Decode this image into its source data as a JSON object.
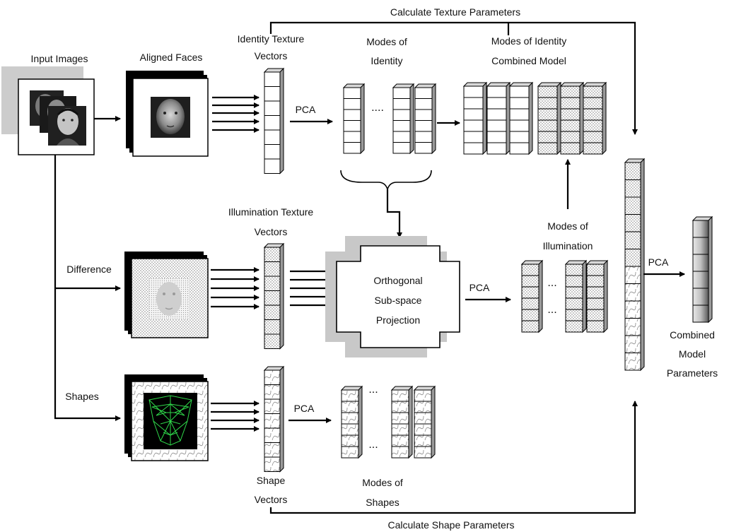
{
  "labels": {
    "input_images": "Input Images",
    "aligned_faces": "Aligned Faces",
    "identity_texture_vectors_1": "Identity Texture",
    "identity_texture_vectors_2": "Vectors",
    "modes_of_identity_1": "Modes of",
    "modes_of_identity_2": "Identity",
    "modes_identity_combined_1": "Modes of Identity",
    "modes_identity_combined_2": "Combined Model",
    "calc_texture": "Calculate Texture Parameters",
    "calc_shape": "Calculate Shape Parameters",
    "pca": "PCA",
    "difference": "Difference",
    "shapes": "Shapes",
    "illum_texture_vectors_1": "Illumination Texture",
    "illum_texture_vectors_2": "Vectors",
    "osp_1": "Orthogonal",
    "osp_2": "Sub-space",
    "osp_3": "Projection",
    "modes_illum_1": "Modes of",
    "modes_illum_2": "Illumination",
    "shape_vectors_1": "Shape",
    "shape_vectors_2": "Vectors",
    "modes_shapes_1": "Modes of",
    "modes_shapes_2": "Shapes",
    "combined_params_1": "Combined",
    "combined_params_2": "Model",
    "combined_params_3": "Parameters",
    "ellipsis": "....",
    "ellipsis_short": "..."
  },
  "colors": {
    "line": "#000000",
    "cell_plain": "#ffffff",
    "cell_dotted": "#ececec",
    "cell_top": "#d8d8d8",
    "cell_side": "#9a9a9a",
    "shadow": "#c8c8c8",
    "shape_mesh": "#2fd84a"
  },
  "icons": {
    "face_images": "face-photo-icon",
    "mesh": "face-mesh-icon"
  }
}
